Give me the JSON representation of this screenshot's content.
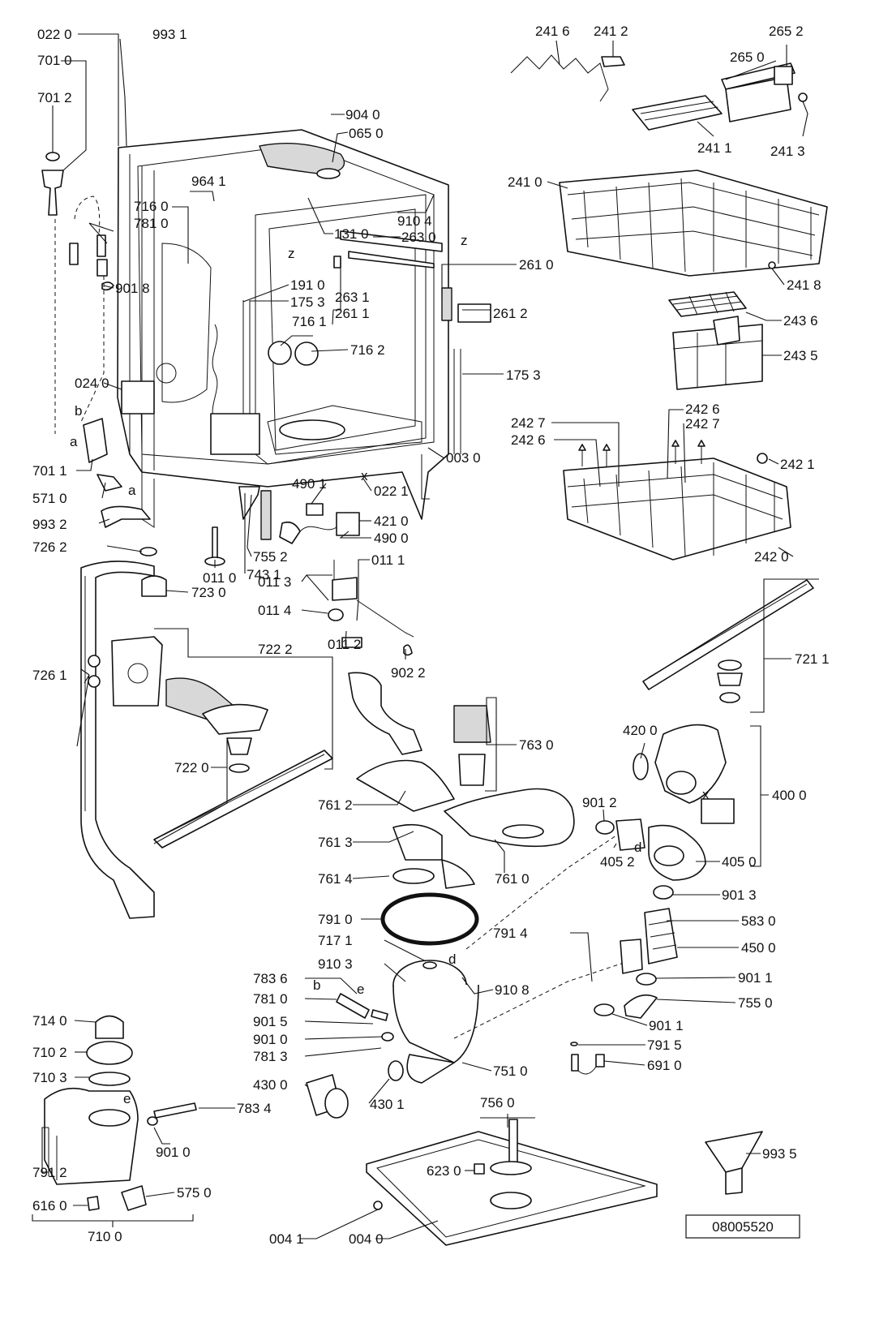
{
  "diagram": {
    "reference_number": "08005520",
    "part_labels": [
      "022 0",
      "993 1",
      "701 0",
      "701 2",
      "904 0",
      "065 0",
      "964 1",
      "716 0",
      "781 0",
      "901 8",
      "131 0",
      "910 4",
      "263 0",
      "261 0",
      "191 0",
      "175 3",
      "263 1",
      "261 1",
      "261 2",
      "716 1",
      "716 2",
      "024 0",
      "701 1",
      "003 0",
      "571 0",
      "490 1",
      "022 1",
      "421 0",
      "490 0",
      "993 2",
      "726 2",
      "755 2",
      "743 1",
      "011 0",
      "723 0",
      "011 1",
      "011 3",
      "011 4",
      "011 2",
      "902 2",
      "722 2",
      "726 1",
      "722 0",
      "241 6",
      "241 2",
      "265 2",
      "265 0",
      "241 1",
      "241 3",
      "241 0",
      "241 8",
      "243 6",
      "243 5",
      "242 7",
      "242 6",
      "242 1",
      "242 0",
      "721 1",
      "763 0",
      "761 2",
      "761 3",
      "761 4",
      "761 0",
      "420 0",
      "400 0",
      "901 2",
      "405 2",
      "405 0",
      "901 3",
      "791 0",
      "791 4",
      "583 0",
      "450 0",
      "717 1",
      "910 3",
      "910 8",
      "783 6",
      "901 1",
      "755 0",
      "791 5",
      "691 0",
      "714 0",
      "710 2",
      "901 5",
      "901 0",
      "781 3",
      "751 0",
      "710 3",
      "430 0",
      "430 1",
      "783 4",
      "756 0",
      "791 2",
      "623 0",
      "993 5",
      "616 0",
      "575 0",
      "710 0",
      "004 1",
      "004 0"
    ],
    "connection_letters": [
      "a",
      "b",
      "d",
      "e",
      "x",
      "z"
    ]
  }
}
